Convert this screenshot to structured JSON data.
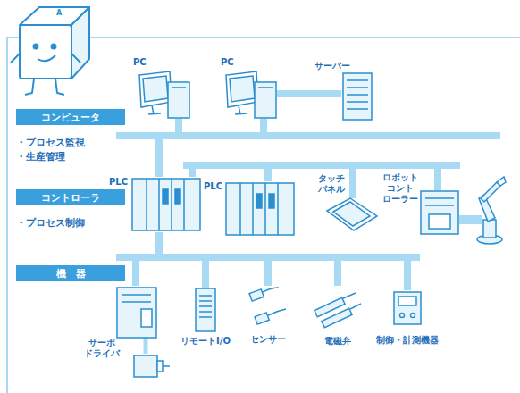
{
  "diagram": {
    "nodes": [
      {
        "text": [
          "PC"
        ]
      },
      {
        "text": [
          "PC"
        ]
      },
      {
        "text": [
          "サーバー"
        ]
      },
      {
        "text": [
          "コンピュータ"
        ]
      },
      {
        "text": [
          "PLC"
        ]
      },
      {
        "text": [
          "PLC"
        ]
      },
      {
        "text": [
          "タッチ パネル"
        ]
      },
      {
        "text": [
          "ロボット コント ローラー"
        ]
      },
      {
        "text": [
          "コントローラ"
        ]
      },
      {
        "text": [
          "機　器"
        ]
      },
      {
        "text": [
          "サーボ ドライバ"
        ]
      },
      {
        "text": [
          "リモートI/O"
        ]
      },
      {
        "text": [
          "センサー"
        ]
      },
      {
        "text": [
          "電磁弁"
        ]
      },
      {
        "text": [
          "制御・計測機器"
        ]
      }
    ],
    "edges": [
      {
        "from": 4,
        "to": 0,
        "arrow": "none"
      },
      {
        "from": 4,
        "to": 1,
        "arrow": "none"
      },
      {
        "from": 1,
        "to": 2,
        "arrow": "none"
      },
      {
        "from": 4,
        "to": 5,
        "arrow": "none"
      },
      {
        "from": 4,
        "to": 6,
        "arrow": "none"
      },
      {
        "from": 4,
        "to": 7,
        "arrow": "none"
      },
      {
        "from": 4,
        "to": 10,
        "arrow": "none"
      },
      {
        "from": 4,
        "to": 11,
        "arrow": "none"
      },
      {
        "from": 4,
        "to": 12,
        "arrow": "none"
      },
      {
        "from": 4,
        "to": 13,
        "arrow": "none"
      },
      {
        "from": 4,
        "to": 14,
        "arrow": "none"
      }
    ],
    "labels": [
      "A",
      "・プロセス監視",
      "・生産管理",
      "・プロセス制御"
    ]
  }
}
